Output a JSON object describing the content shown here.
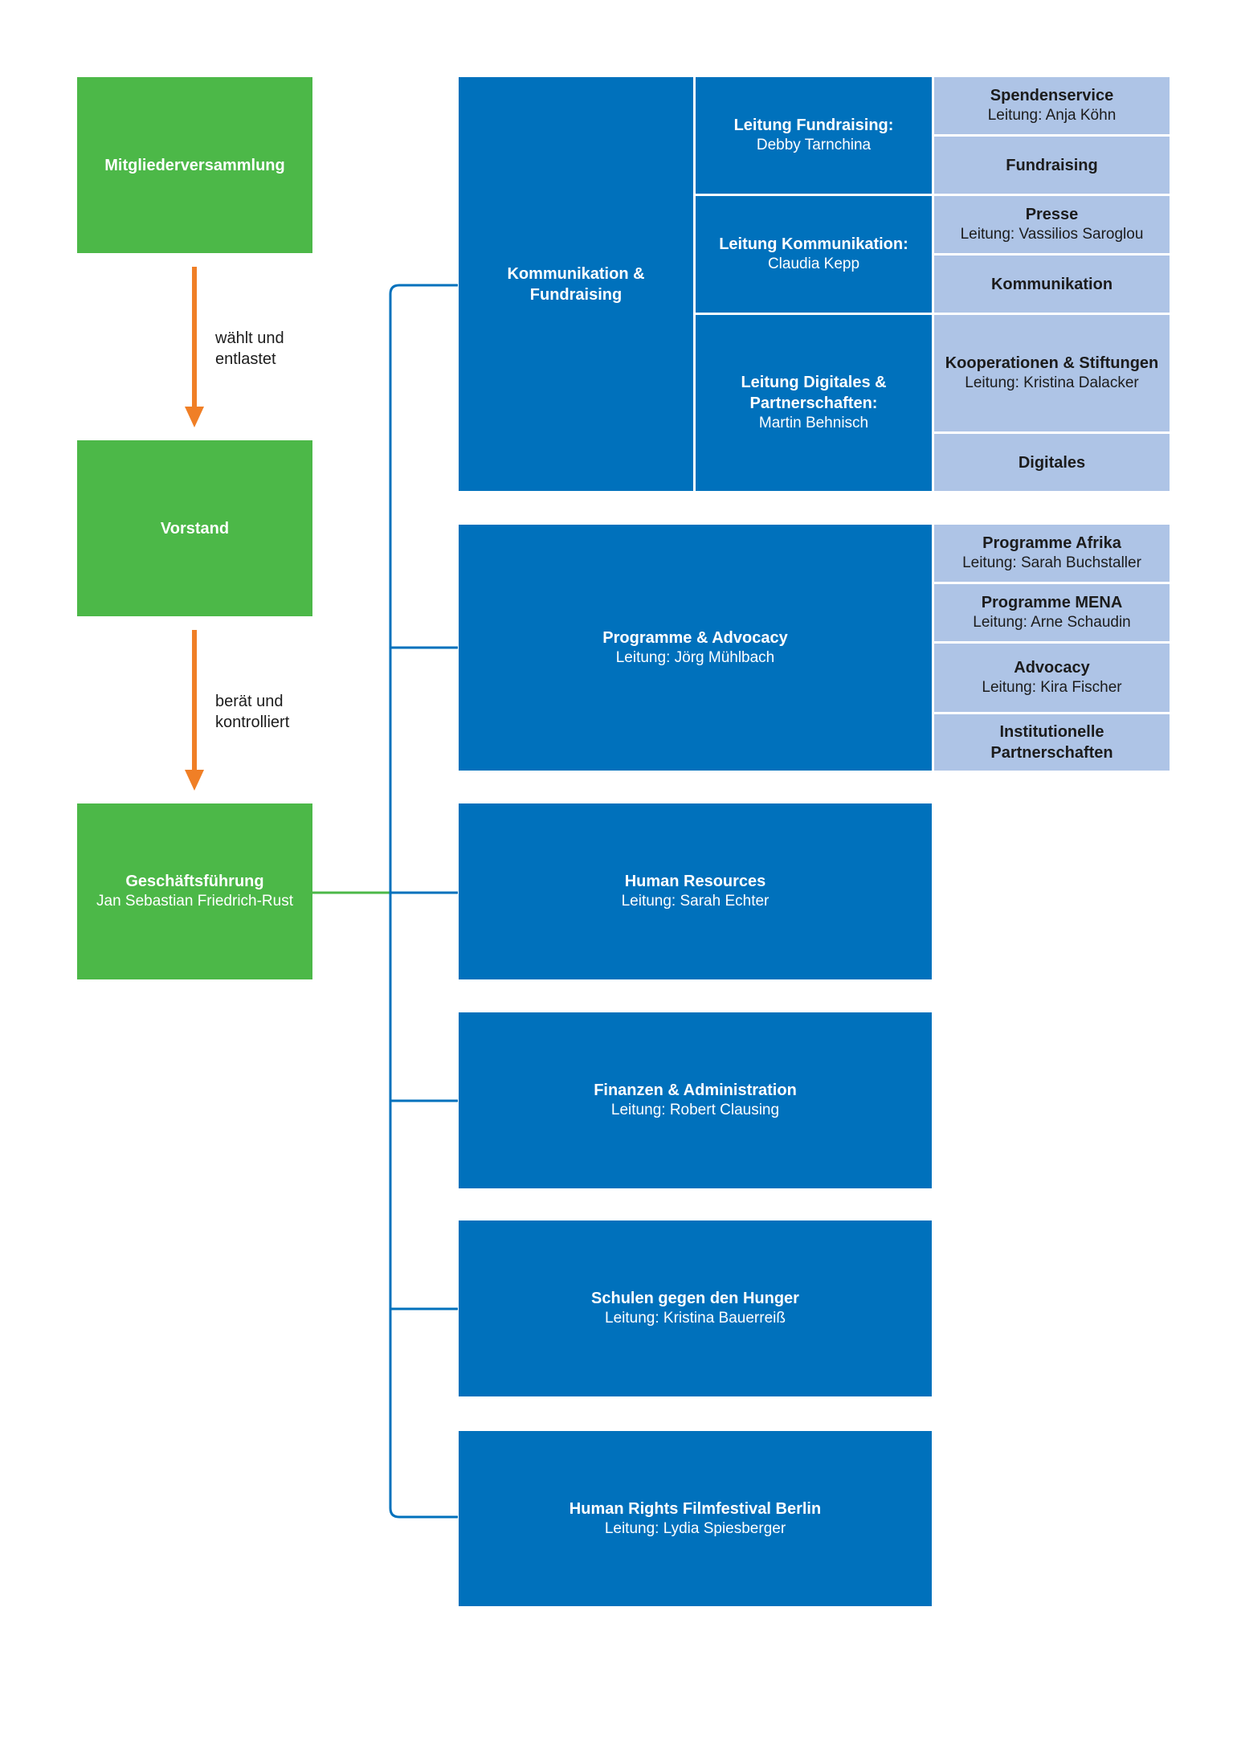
{
  "left": {
    "members": {
      "title": "Mitgliederversammlung"
    },
    "arrow1": {
      "label_line1": "wählt und",
      "label_line2": "entlastet"
    },
    "board": {
      "title": "Vorstand"
    },
    "arrow2": {
      "label_line1": "berät und",
      "label_line2": "kontrolliert"
    },
    "management": {
      "title": "Geschäftsführung",
      "name": "Jan Sebastian Friedrich-Rust"
    }
  },
  "komm": {
    "title_line1": "Kommunikation &",
    "title_line2": "Fundraising",
    "fundraising_lead": {
      "title": "Leitung Fundraising:",
      "name": "Debby Tarnchina"
    },
    "kommunikation_lead": {
      "title": "Leitung Kommunikation:",
      "name": "Claudia Kepp"
    },
    "digitales_lead": {
      "title_line1": "Leitung Digitales &",
      "title_line2": "Partnerschaften:",
      "name": "Martin Behnisch"
    },
    "spendenservice": {
      "title": "Spendenservice",
      "lead": "Leitung: Anja Köhn"
    },
    "fundraising": {
      "title": "Fundraising"
    },
    "presse": {
      "title": "Presse",
      "lead": "Leitung: Vassilios Saroglou"
    },
    "kommunikation": {
      "title": "Kommunikation"
    },
    "kooperationen": {
      "title": "Kooperationen & Stiftungen",
      "lead": "Leitung: Kristina Dalacker"
    },
    "digitales": {
      "title": "Digitales"
    }
  },
  "programme": {
    "title": "Programme & Advocacy",
    "lead": "Leitung: Jörg Mühlbach",
    "afrika": {
      "title": "Programme Afrika",
      "lead": "Leitung: Sarah Buchstaller"
    },
    "mena": {
      "title": "Programme MENA",
      "lead": "Leitung: Arne Schaudin"
    },
    "advocacy": {
      "title": "Advocacy",
      "lead": "Leitung: Kira Fischer"
    },
    "institutionelle": {
      "title_line1": "Institutionelle",
      "title_line2": "Partnerschaften"
    }
  },
  "hr": {
    "title": "Human Resources",
    "lead": "Leitung: Sarah Echter"
  },
  "finanzen": {
    "title": "Finanzen & Administration",
    "lead": "Leitung: Robert Clausing"
  },
  "schulen": {
    "title": "Schulen gegen den Hunger",
    "lead": "Leitung: Kristina Bauerreiß"
  },
  "filmfestival": {
    "title": "Human Rights Filmfestival Berlin",
    "lead": "Leitung: Lydia Spiesberger"
  },
  "colors": {
    "green": "#4cb848",
    "blue": "#0071bc",
    "light_blue": "#aec4e6",
    "arrow": "#f07f26"
  }
}
